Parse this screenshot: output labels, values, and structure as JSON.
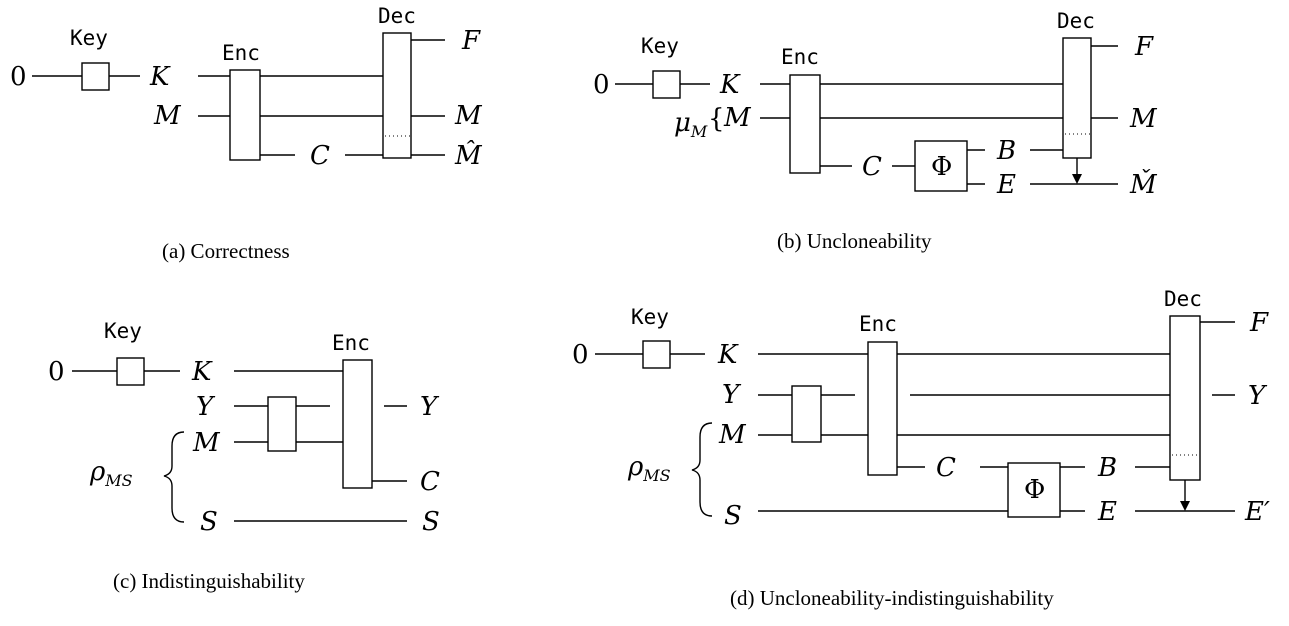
{
  "a": {
    "caption": "(a) Correctness",
    "key_label": "Key",
    "enc_label": "Enc",
    "dec_label": "Dec",
    "in_zero": "0",
    "K": "K",
    "M": "M",
    "C": "C",
    "out_F": "F",
    "out_M": "M",
    "out_Mhat": "M̂"
  },
  "b": {
    "caption": "(b) Uncloneability",
    "key_label": "Key",
    "enc_label": "Enc",
    "dec_label": "Dec",
    "in_zero": "0",
    "K": "K",
    "mu": "μ",
    "mu_sub": "M",
    "M": "M",
    "C": "C",
    "phi": "Φ",
    "B": "B",
    "E": "E",
    "out_F": "F",
    "out_M": "M",
    "out_Mcheck": "M̌"
  },
  "c": {
    "caption": "(c) Indistinguishability",
    "key_label": "Key",
    "enc_label": "Enc",
    "in_zero": "0",
    "K": "K",
    "Y": "Y",
    "M": "M",
    "S": "S",
    "rho": "ρ",
    "rho_sub": "MS",
    "out_Y": "Y",
    "out_C": "C",
    "out_S": "S"
  },
  "d": {
    "caption": "(d) Uncloneability-indistinguishability",
    "key_label": "Key",
    "enc_label": "Enc",
    "dec_label": "Dec",
    "in_zero": "0",
    "K": "K",
    "Y": "Y",
    "M": "M",
    "S": "S",
    "rho": "ρ",
    "rho_sub": "MS",
    "C": "C",
    "phi": "Φ",
    "B": "B",
    "E": "E",
    "out_F": "F",
    "out_Y": "Y",
    "out_Eprime": "E′"
  }
}
